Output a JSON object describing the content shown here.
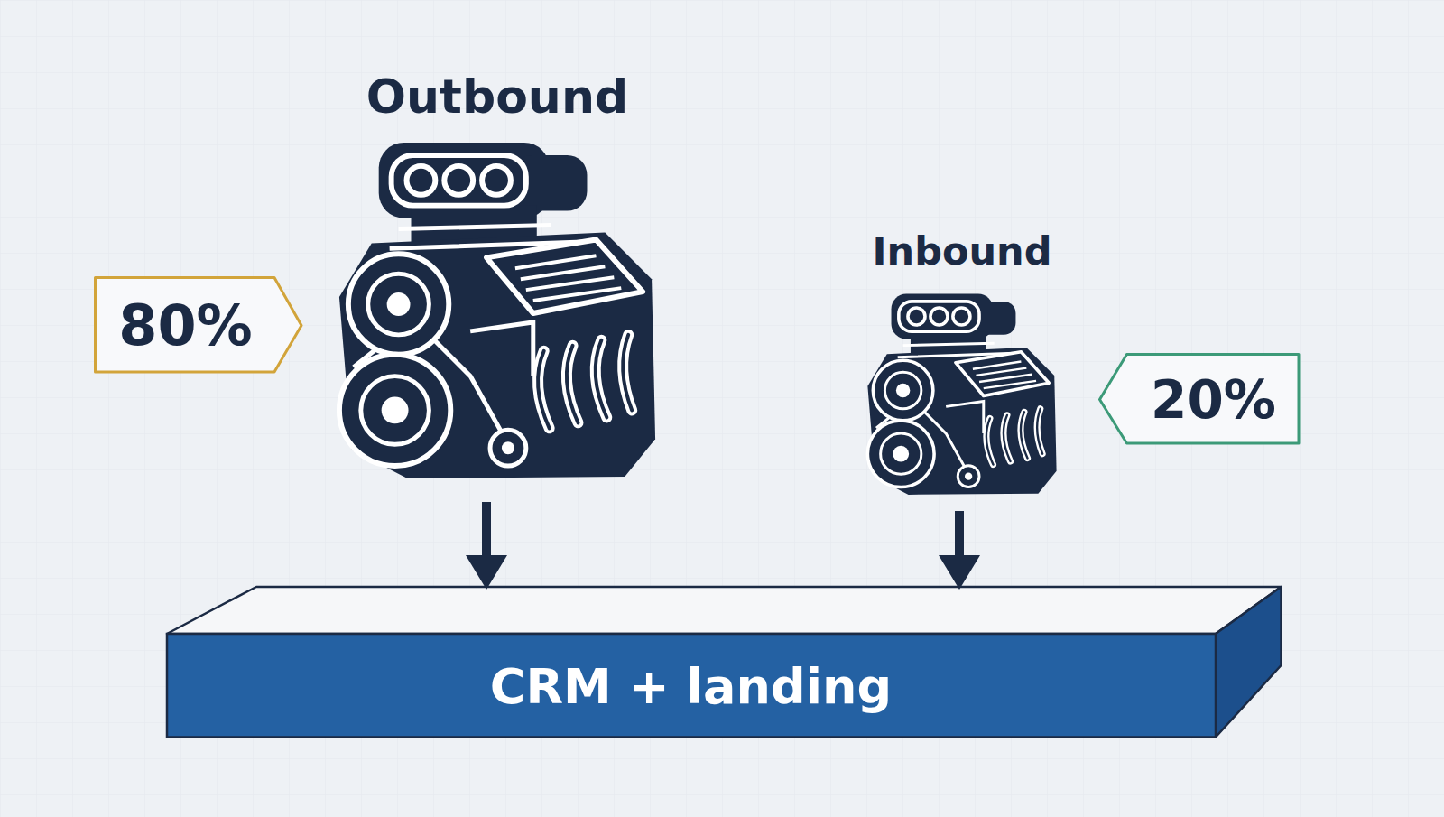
{
  "diagram": {
    "nodes": [
      {
        "text": [
          "Outbound"
        ]
      },
      {
        "text": [
          "80%"
        ]
      },
      {
        "text": [
          "Inbound"
        ]
      },
      {
        "text": [
          "20%"
        ]
      },
      {
        "text": [
          "CRM + landing"
        ]
      }
    ],
    "edges": [
      {
        "from": 0,
        "to": 4,
        "arrow": "to"
      },
      {
        "from": 2,
        "to": 4,
        "arrow": "to"
      }
    ]
  }
}
